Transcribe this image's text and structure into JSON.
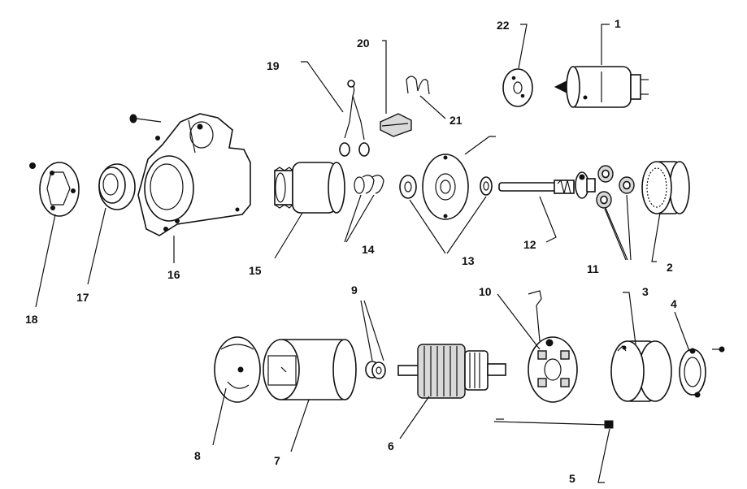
{
  "labels": {
    "p1": "1",
    "p2": "2",
    "p3": "3",
    "p4": "4",
    "p5": "5",
    "p6": "6",
    "p7": "7",
    "p8": "8",
    "p9": "9",
    "p10": "10",
    "p11": "11",
    "p12": "12",
    "p13": "13",
    "p14": "14",
    "p15": "15",
    "p16": "16",
    "p17": "17",
    "p18": "18",
    "p19": "19",
    "p20": "20",
    "p21": "21",
    "p22": "22"
  }
}
